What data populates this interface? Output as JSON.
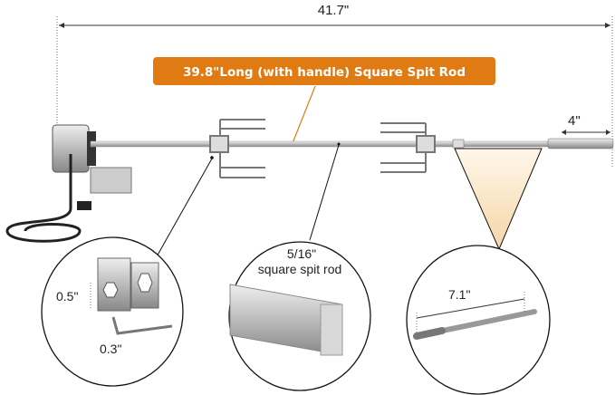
{
  "dimensions": {
    "overall_length": "41.7\"",
    "handle_length": "4\"",
    "hex_size": "0.5\"",
    "prong_thickness": "0.3\"",
    "handle_detail_length": "7.1\""
  },
  "callout": {
    "text": "39.8\"Long (with handle) Square Spit Rod",
    "color": "#e07b14"
  },
  "rod_detail": {
    "size": "5/16\"",
    "label": "square spit rod"
  }
}
